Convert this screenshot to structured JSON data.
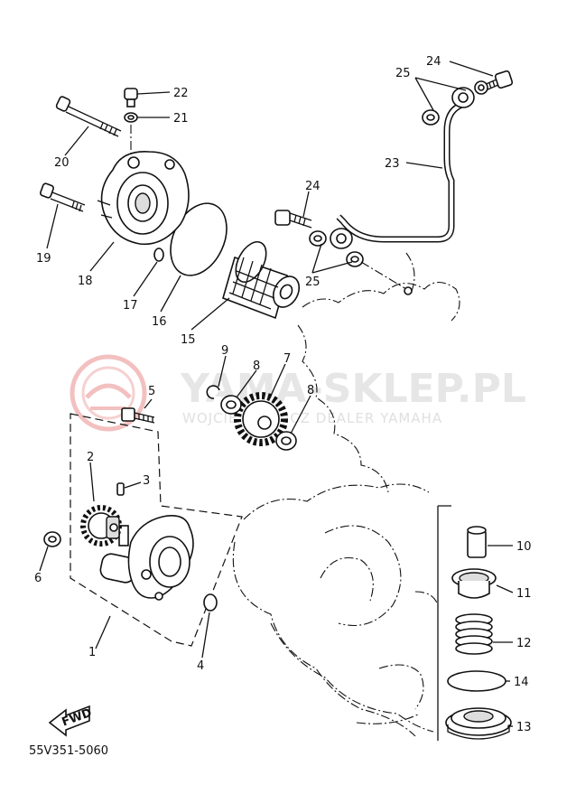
{
  "watermark": {
    "title": "YAMA-SKLEP.PL",
    "subtitle": "WOJCIECHOWICZ DEALER YAMAHA",
    "logo_color": "#f3c0c0"
  },
  "fwd_label": "FWD",
  "catalog_code": "55V351-5060",
  "callouts": {
    "c1": "1",
    "c2": "2",
    "c3": "3",
    "c4": "4",
    "c5": "5",
    "c6": "6",
    "c7": "7",
    "c8a": "8",
    "c8b": "8",
    "c9": "9",
    "c10": "10",
    "c11": "11",
    "c12": "12",
    "c13": "13",
    "c14": "14",
    "c15": "15",
    "c16": "16",
    "c17": "17",
    "c18": "18",
    "c19": "19",
    "c20": "20",
    "c21": "21",
    "c22": "22",
    "c23": "23",
    "c24a": "24",
    "c24b": "24",
    "c25a": "25",
    "c25b": "25"
  }
}
